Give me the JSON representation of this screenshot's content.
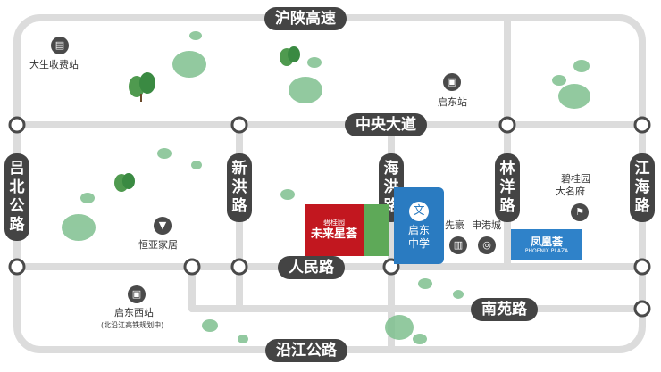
{
  "colors": {
    "road": "#dcdcdc",
    "road_label_bg": "#444444",
    "node": "#4a4a4a",
    "highlight_red": "#c2171f",
    "highlight_blue": "#2a7bc1",
    "tree_green": "#7fc08f"
  },
  "roads": {
    "top": "沪陕高速",
    "middle": "中央大道",
    "left": "吕北公路",
    "xinhong": "新洪路",
    "haihong": "海洪路",
    "linyang": "林洋路",
    "jianghai": "江海路",
    "renmin": "人民路",
    "nanyuan": "南苑路",
    "bottom": "沿江公路"
  },
  "pois": {
    "toll": {
      "label": "大生收费站",
      "icon": "toll-booth-icon"
    },
    "qidong": {
      "label": "启东站",
      "icon": "train-icon"
    },
    "hengya": {
      "label": "恒亚家居",
      "icon": "shopping-cart-icon"
    },
    "qidong_west": {
      "label": "启东西站",
      "sub": "(北沿江高铁规划中)",
      "icon": "train-icon"
    },
    "biguiyuan": {
      "label_line1": "碧桂园",
      "label_line2": "大名府",
      "icon": "flag-icon"
    },
    "xianhao": {
      "label": "先豪",
      "icon": "building-icon"
    },
    "shengang": {
      "label": "申港城",
      "icon": "mall-icon"
    }
  },
  "highlights": {
    "wanke": {
      "brand": "碧桂园",
      "name": "未来星荟"
    },
    "school": {
      "badge": "文",
      "line1": "启东",
      "line2": "中学"
    },
    "phoenix": {
      "cn": "凤凰荟",
      "en": "PHOENIX PLAZA"
    }
  }
}
